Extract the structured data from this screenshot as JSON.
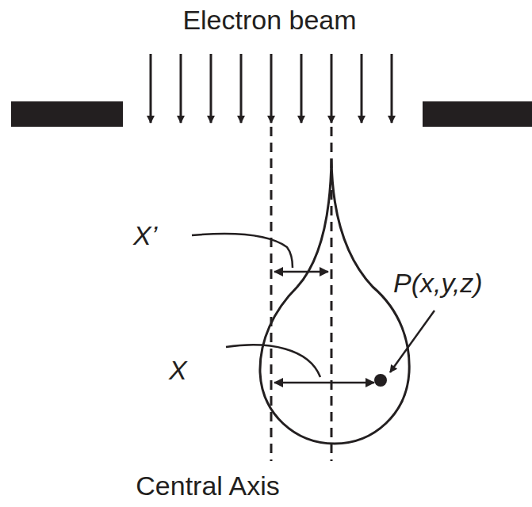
{
  "diagram": {
    "labels": [
      "Electron beam",
      "X’",
      "X",
      "P(x,y,z)",
      "Central Axis"
    ]
  }
}
